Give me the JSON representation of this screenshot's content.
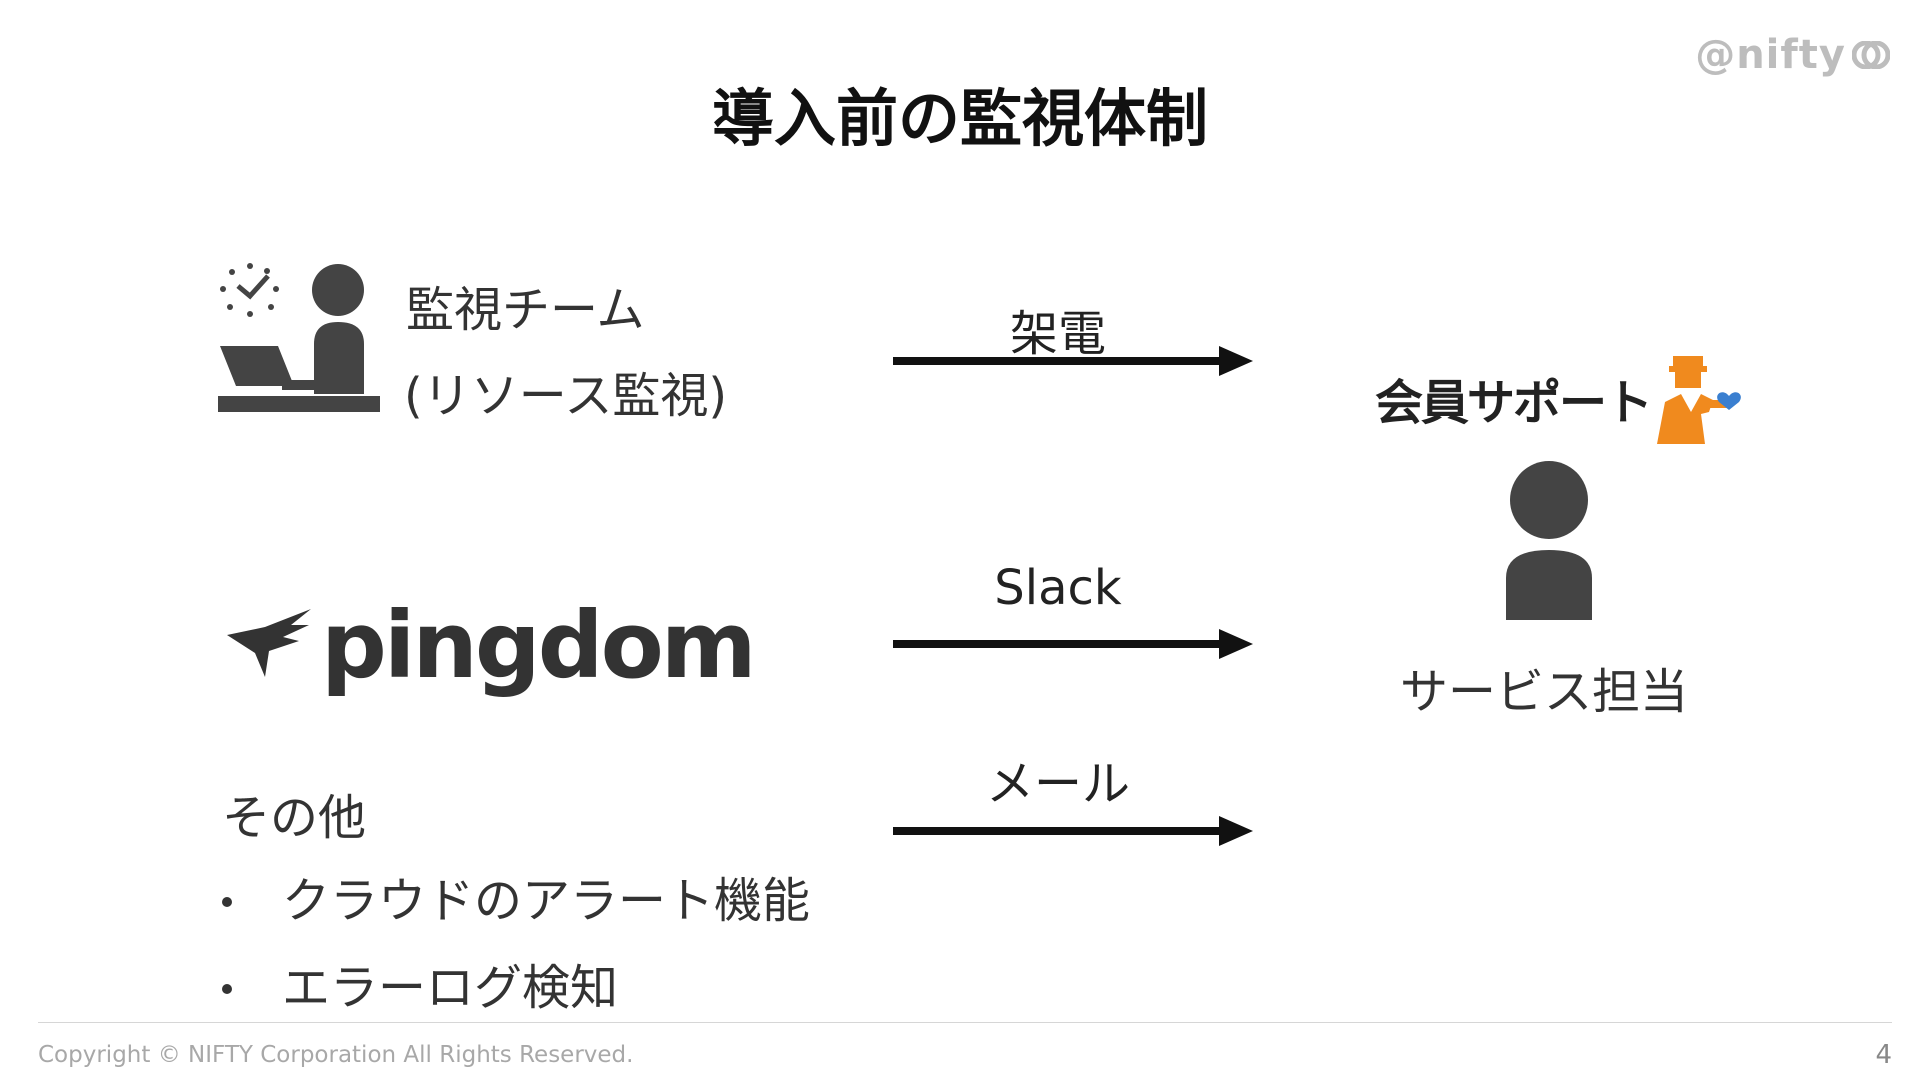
{
  "logo": {
    "text": "@nifty"
  },
  "title": "導入前の監視体制",
  "monitoring_team": {
    "line1": "監視チーム",
    "line2": "(リソース監視)"
  },
  "pingdom": {
    "text": "pingdom"
  },
  "other": {
    "heading": "その他",
    "items": [
      "クラウドのアラート機能",
      "エラーログ検知"
    ]
  },
  "arrows": {
    "phone": "架電",
    "slack": "Slack",
    "mail": "メール"
  },
  "support": {
    "logo_text": "会員サポート",
    "person_label": "サービス担当"
  },
  "colors": {
    "dark_gray": "#444444",
    "support_orange": "#f08a1e",
    "support_blue": "#3a7fd0",
    "logo_gray": "#bdbdbd"
  },
  "footer": {
    "copyright": "Copyright © NIFTY Corporation All Rights Reserved.",
    "page": "4"
  }
}
